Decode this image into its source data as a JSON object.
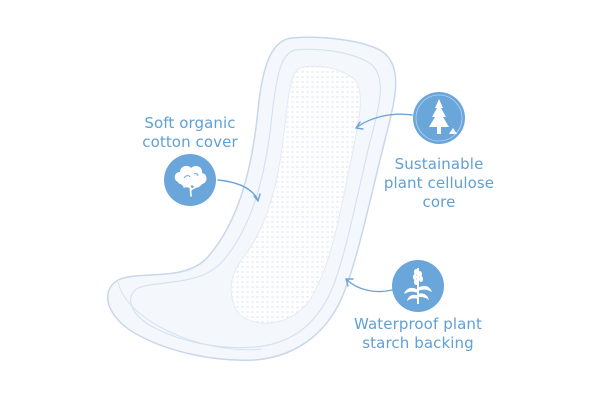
{
  "colors": {
    "accent": "#6ba6da",
    "text": "#5fa0d6",
    "pad_outline": "#c9d7ea",
    "pad_fill": "#f4f8fd"
  },
  "callouts": [
    {
      "id": "cotton",
      "icon": "cotton-boll-icon",
      "lines": [
        "Soft organic",
        "cotton cover"
      ]
    },
    {
      "id": "cellulose",
      "icon": "pine-tree-icon",
      "lines": [
        "Sustainable",
        "plant cellulose",
        "core"
      ]
    },
    {
      "id": "starch",
      "icon": "corn-plant-icon",
      "lines": [
        "Waterproof plant",
        "starch backing"
      ]
    }
  ]
}
